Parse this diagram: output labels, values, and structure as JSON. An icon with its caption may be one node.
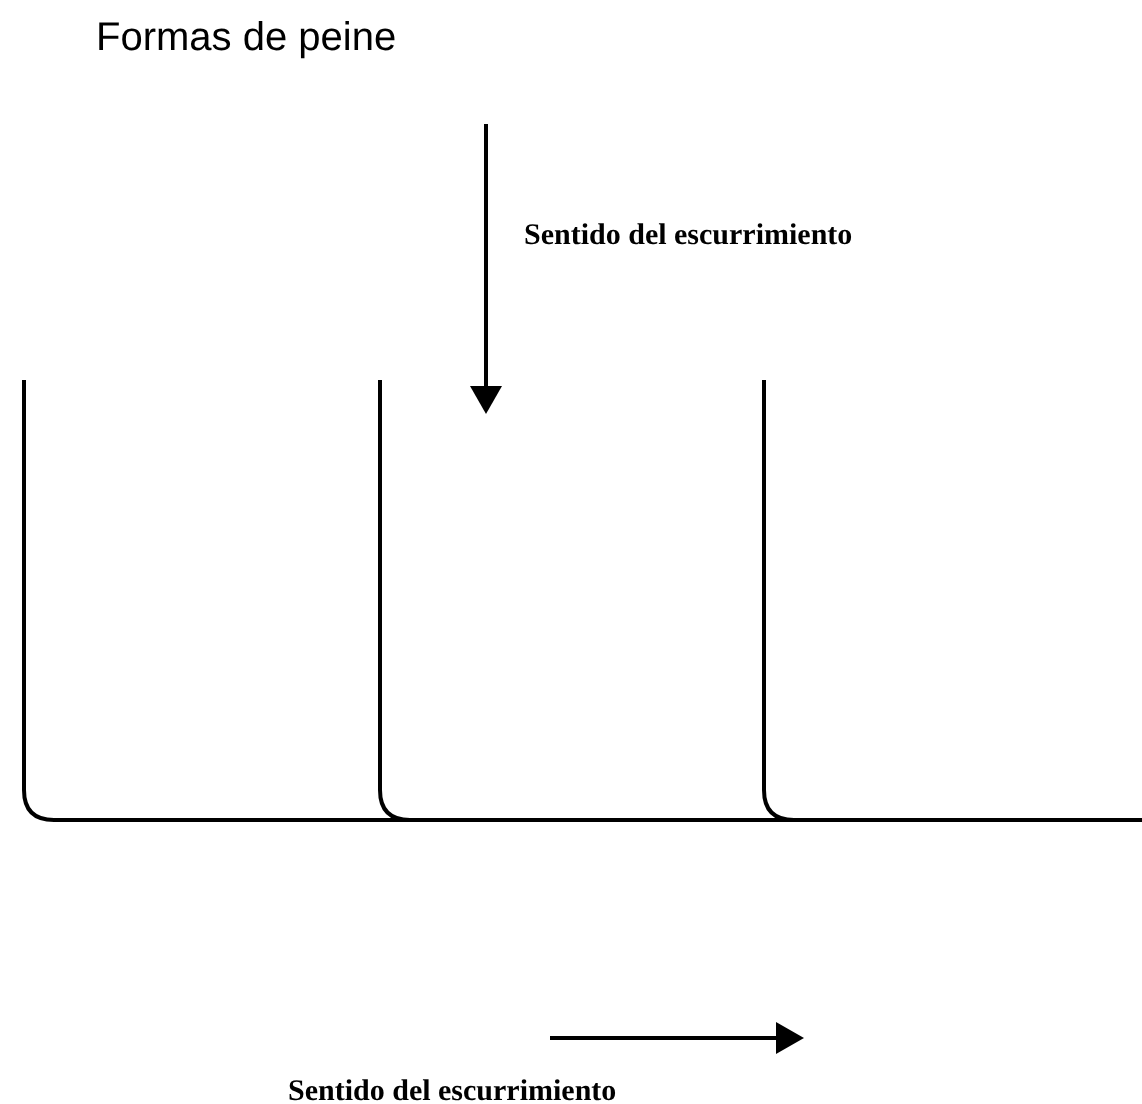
{
  "diagram": {
    "title": "Formas de peine",
    "labels": [
      "Sentido del escurrimiento",
      "Sentido del escurrimiento"
    ]
  }
}
